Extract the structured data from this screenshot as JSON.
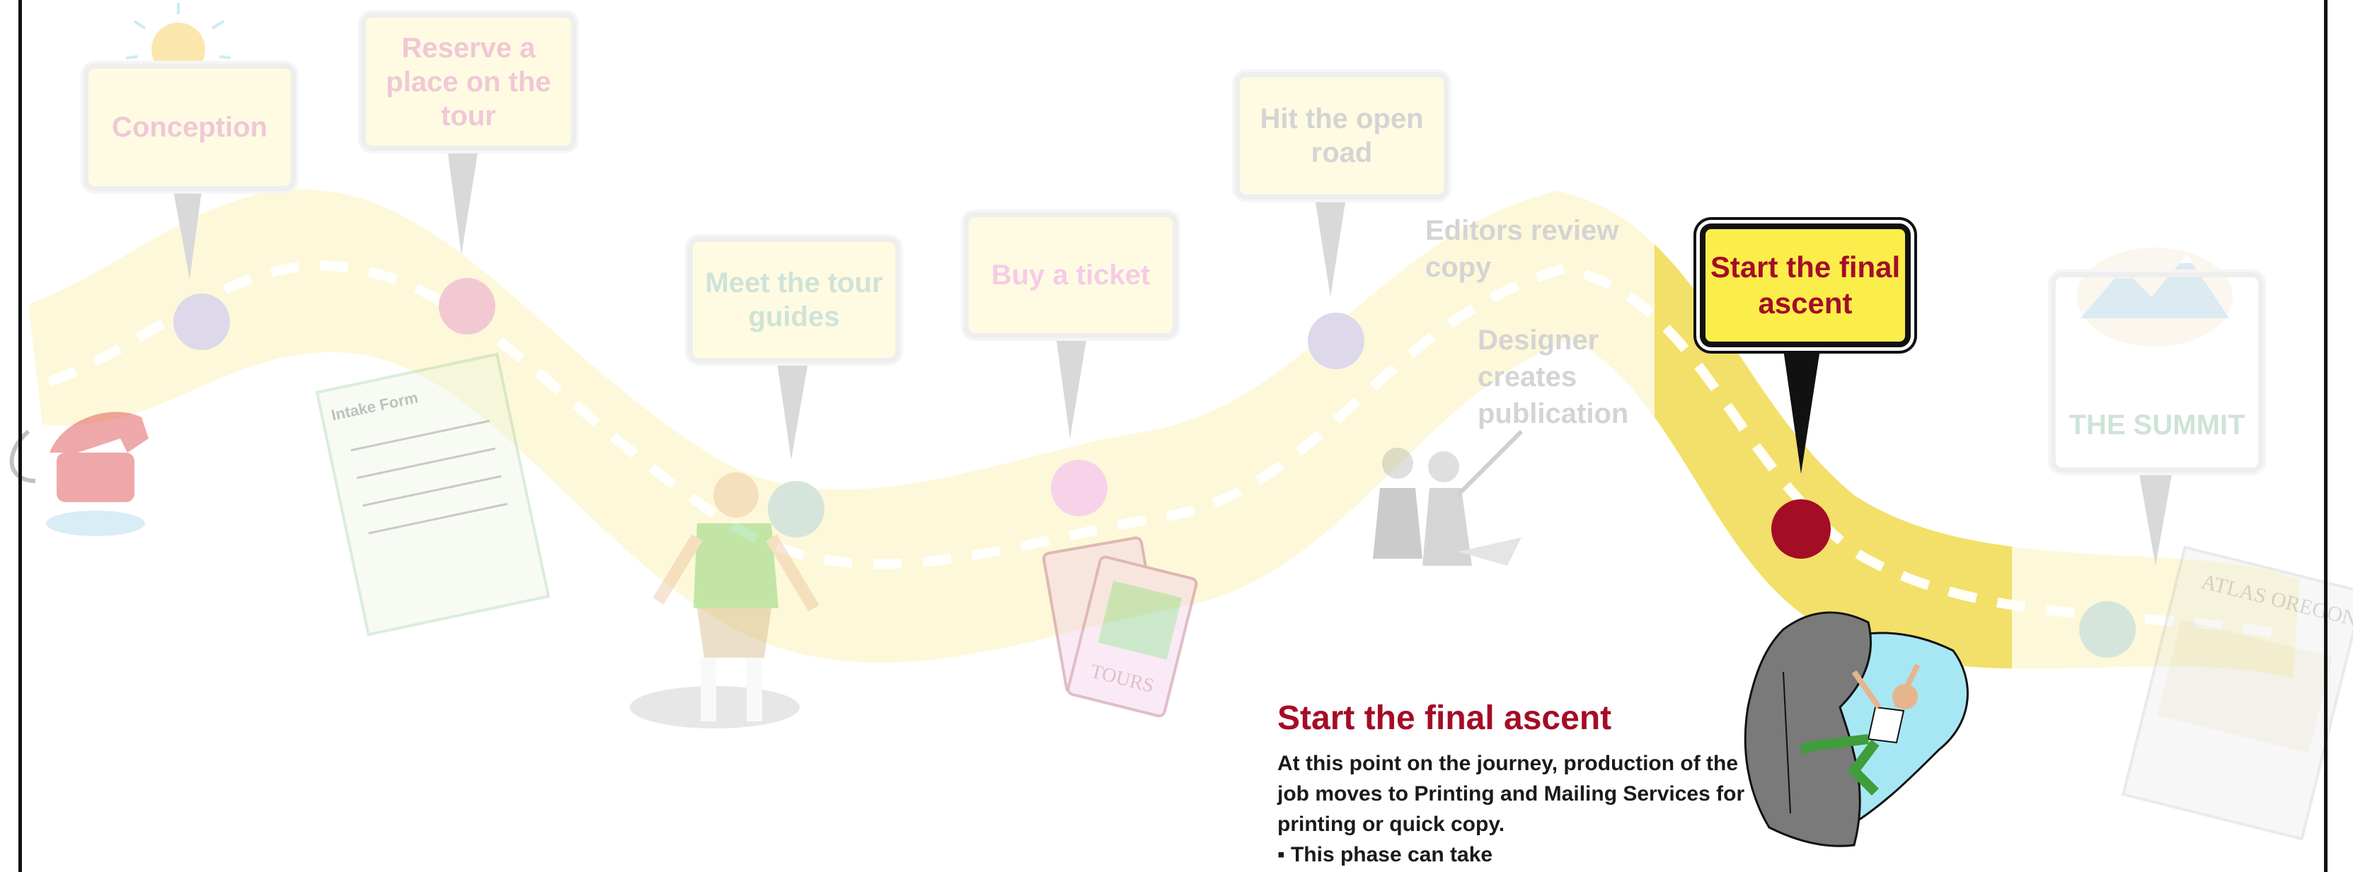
{
  "milestones": [
    {
      "label": "Conception",
      "state": "past",
      "color": "#f0c8d6",
      "dot": "#ddd8ea"
    },
    {
      "label": "Reserve a place on the tour",
      "state": "past",
      "color": "#f0c8d6",
      "dot": "#f2c9d3"
    },
    {
      "label": "Meet the tour guides",
      "state": "past",
      "color": "#cfe3d8",
      "dot": "#d5e5dc"
    },
    {
      "label": "Buy a ticket",
      "state": "past",
      "color": "#f5cce6",
      "dot": "#f7d3ea"
    },
    {
      "label": "Hit the open road",
      "state": "past",
      "color": "#d4d4d4",
      "dot": "#ddd8ea"
    },
    {
      "label": "Start the final ascent",
      "state": "current",
      "color": "#a40d26",
      "dot": "#a40d26"
    },
    {
      "label": "THE SUMMIT",
      "state": "future",
      "color": "#cfe3d8",
      "dot": "#d5e5dc"
    }
  ],
  "side_labels": {
    "editors": "Editors review copy",
    "designer": "Designer creates publication"
  },
  "clipart": {
    "intake_form_title": "Intake Form",
    "ticket_text": "TOURS",
    "book_title": "ATLAS OREGON"
  },
  "detail": {
    "title": "Start the final ascent",
    "body": "At this point on the journey, production of the job moves to Printing and Mailing Services for printing or quick copy.",
    "bullet": "▪ This phase can take"
  },
  "colors": {
    "road_faded": "#fdf8d9",
    "road_active": "#f2e06a",
    "accent": "#a40d26",
    "sign_active_bg": "#fcee4a"
  },
  "icons": [
    "lightbulb-icon",
    "telephone-icon",
    "intake-form-icon",
    "hiker-icon",
    "tour-tickets-icon",
    "dancing-couple-icon",
    "rock-climber-icon",
    "mountain-icon",
    "atlas-book-icon"
  ]
}
